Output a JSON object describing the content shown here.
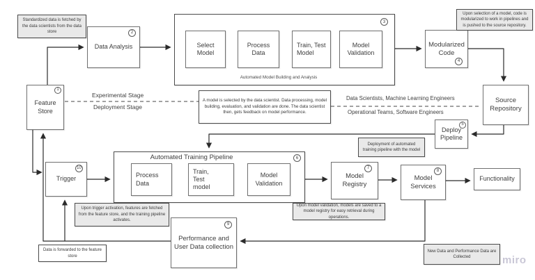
{
  "watermark": "miro",
  "stage_divider": {
    "left_above": "Experimental Stage",
    "left_below": "Deployment Stage",
    "right_above": "Data Scientists, Machine Learning Engineers",
    "right_below": "Operational Teams, Software Engineers"
  },
  "containers": {
    "model_building": {
      "caption": "Automated Model Building and Analysis",
      "num": "3"
    },
    "training_pipeline": {
      "title": "Automated Training Pipeline",
      "num": "6"
    }
  },
  "nodes": {
    "feature_store": {
      "label": "Feature Store",
      "num": "1"
    },
    "data_analysis": {
      "label": "Data Analysis",
      "num": "2"
    },
    "select_model": {
      "label": "Select Model"
    },
    "process_data": {
      "label": "Process Data"
    },
    "train_test_model": {
      "label": "Train, Test Model"
    },
    "model_validation": {
      "label": "Model Validation"
    },
    "modularized_code": {
      "label": "Modularized Code",
      "num": "4"
    },
    "source_repository": {
      "label": "Source Repository"
    },
    "deploy_pipeline": {
      "label": "Deploy Pipeline",
      "num": "5"
    },
    "trigger": {
      "label": "Trigger",
      "num": "10"
    },
    "process_data_2": {
      "label": "Process Data"
    },
    "train_test_model_2": {
      "label": "Train, Test model"
    },
    "model_validation_2": {
      "label": "Model Validation"
    },
    "model_registry": {
      "label": "Model Registry",
      "num": "7"
    },
    "model_services": {
      "label": "Model Services",
      "num": "8"
    },
    "functionality": {
      "label": "Functionality"
    },
    "performance_collection": {
      "label": "Performance and User Data collection",
      "num": "9"
    }
  },
  "notes": {
    "standardized_data": "Standardized data is fetched by the data scientists from the data store",
    "modularize_code": "Upon selection of a model, code is modularized to work in pipelines and is pushed to the source repository.",
    "model_selected": "A model is selected by the data scientist. Data processing, model building, evaluation, and validation are done. The data scientist then, gets feedback on model performance.",
    "deployment": "Deployment of automated training pipeline with the model",
    "trigger_activation": "Upon trigger activation, features are fetched from the feature store, and the training pipeline activates.",
    "model_registry_note": "Upon model validation, models are saved to a model registry for easy retrieval during operations.",
    "data_forwarded": "Data is forwarded to the feature store",
    "new_data": "New Data and Performance Data are Collected"
  },
  "colors": {
    "line": "#2b2b2b",
    "note_gray": "#e9e9e9",
    "box_border": "#6f6f6f",
    "watermark": "#c9c7d6"
  }
}
